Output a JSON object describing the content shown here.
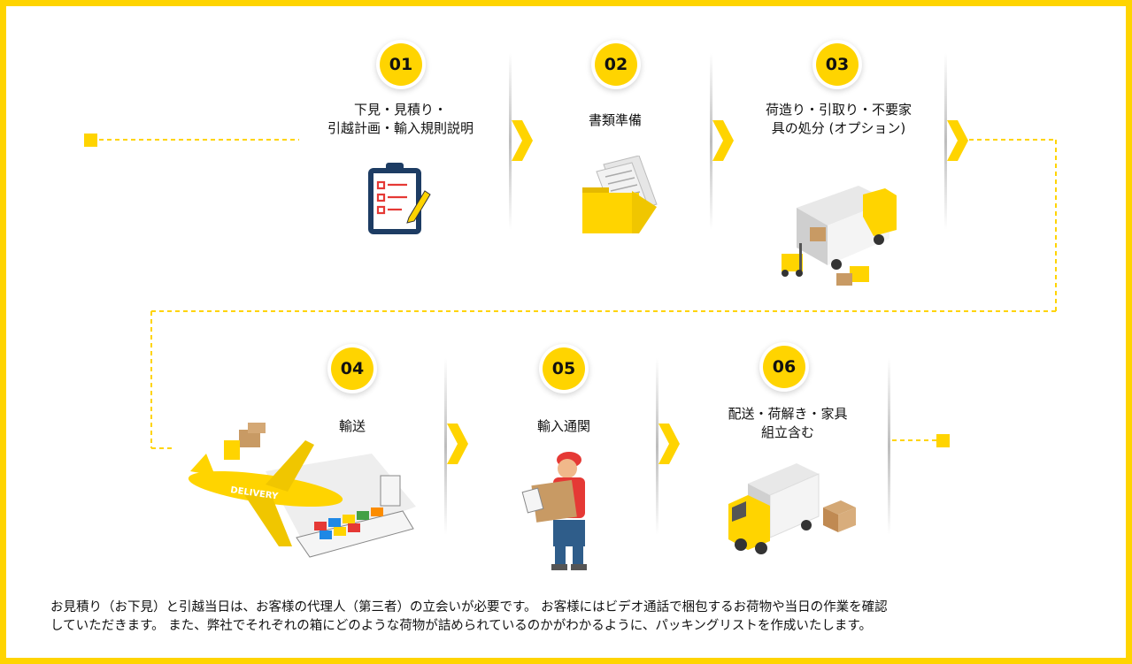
{
  "steps": [
    {
      "number": "01",
      "label_line1": "下見・見積り・",
      "label_line2": "引越計画・輸入規則説明",
      "icon": "clipboard-checklist-icon"
    },
    {
      "number": "02",
      "label_line1": "書類準備",
      "label_line2": "",
      "icon": "folder-documents-icon"
    },
    {
      "number": "03",
      "label_line1": "荷造り・引取り・不要家",
      "label_line2": "具の処分 (オプション)",
      "icon": "truck-forklift-icon"
    },
    {
      "number": "04",
      "label_line1": "輸送",
      "label_line2": "",
      "icon": "airplane-ship-icon"
    },
    {
      "number": "05",
      "label_line1": "輸入通関",
      "label_line2": "",
      "icon": "worker-box-icon"
    },
    {
      "number": "06",
      "label_line1": "配送・荷解き・家具",
      "label_line2": "組立含む",
      "icon": "delivery-truck-icon"
    }
  ],
  "plane_text": "DELIVERY",
  "footer": {
    "line1": "お見積り（お下見）と引越当日は、お客様の代理人（第三者）の立会いが必要です。 お客様にはビデオ通話で梱包するお荷物や当日の作業を確認",
    "line2": "していただきます。 また、弊社でそれぞれの箱にどのような荷物が詰められているのかがわかるように、パッキングリストを作成いたします。"
  },
  "colors": {
    "accent": "#ffd400",
    "text": "#111111",
    "truck": "#f1c40f"
  }
}
